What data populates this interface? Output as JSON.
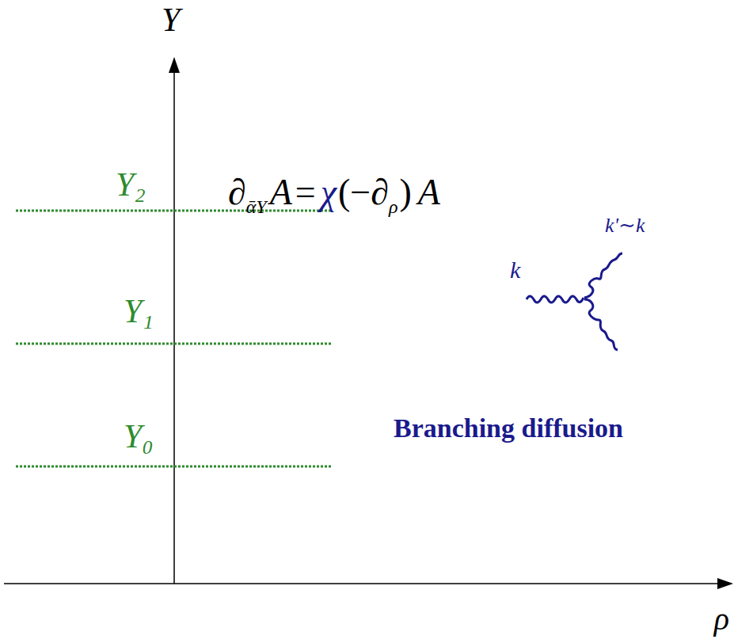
{
  "diagram": {
    "labels": [
      "Y",
      "ρ",
      "Y₂",
      "Y₁",
      "Y₀",
      "∂",
      "ᾱY",
      "A",
      "=",
      "χ",
      "(−∂",
      "ρ",
      ")",
      "A",
      "k'∼k",
      "k",
      "Branching diffusion"
    ]
  }
}
